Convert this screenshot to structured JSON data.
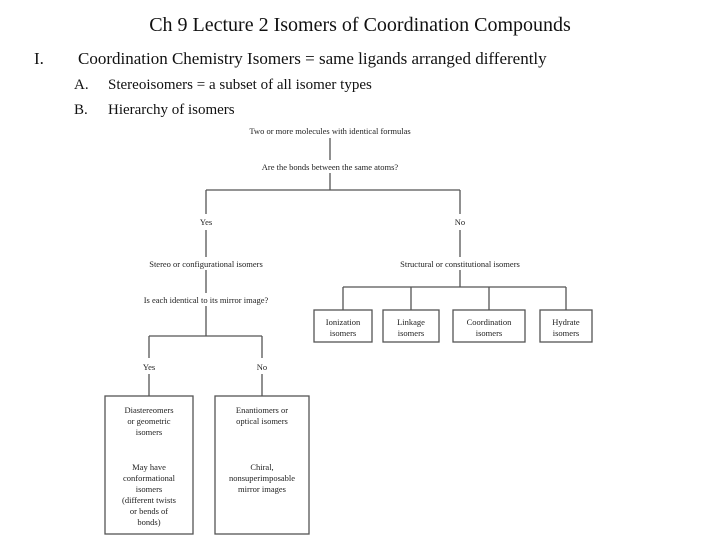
{
  "slide": {
    "title": "Ch 9 Lecture 2 Isomers of Coordination Compounds",
    "outline_number": "I.",
    "outline_text": "Coordination Chemistry Isomers = same ligands arranged differently",
    "items": [
      {
        "label": "A.",
        "text": "Stereoisomers = a subset of all isomer types"
      },
      {
        "label": "B.",
        "text": "Hierarchy of isomers"
      }
    ]
  },
  "diagram": {
    "root": "Two or more molecules with identical formulas",
    "question1": "Are the bonds between the same atoms?",
    "yes1": "Yes",
    "no1": "No",
    "stereo": "Stereo or configurational isomers",
    "structural": "Structural or constitutional isomers",
    "question2": "Is each identical to its mirror image?",
    "yes2": "Yes",
    "no2": "No",
    "structural_types": [
      [
        "Ionization",
        "isomers"
      ],
      [
        "Linkage",
        "isomers"
      ],
      [
        "Coordination",
        "isomers"
      ],
      [
        "Hydrate",
        "isomers"
      ]
    ],
    "diastereomers_box": {
      "heading": [
        "Diastereomers",
        "or geometric",
        "isomers"
      ],
      "note": [
        "May have",
        "conformational",
        "isomers",
        "(different twists",
        "or bends of",
        "bonds)"
      ]
    },
    "enantiomers_box": {
      "heading": [
        "Enantiomers or",
        "optical isomers"
      ],
      "note": [
        "Chiral,",
        "nonsuperimposable",
        "mirror images"
      ]
    }
  }
}
